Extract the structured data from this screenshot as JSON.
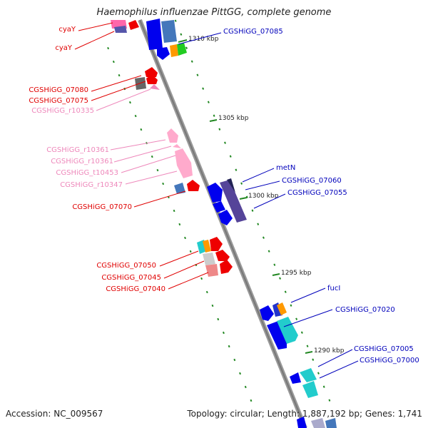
{
  "title": "Haemophilus influenzae PittGG, complete genome",
  "footer": {
    "accession": "Accession: NC_009567",
    "topology": "Topology: circular; Length: 1,887,192 bp; Genes: 1,741"
  },
  "colors": {
    "backbone": "#888888",
    "forward_label": "#0000bb",
    "reverse_label": "#e00000",
    "rna_label": "#ee88bb",
    "ticks": "#228822"
  },
  "scale_marks": [
    {
      "label": "1310 kbp"
    },
    {
      "label": "1305 kbp"
    },
    {
      "label": "1300 kbp"
    },
    {
      "label": "1295 kbp"
    },
    {
      "label": "1290 kbp"
    }
  ],
  "labels_right": [
    {
      "text": "CGSHiGG_07085"
    },
    {
      "text": "metN"
    },
    {
      "text": "CGSHiGG_07060"
    },
    {
      "text": "CGSHiGG_07055"
    },
    {
      "text": "fucI"
    },
    {
      "text": "CGSHiGG_07020"
    },
    {
      "text": "CGSHiGG_07005"
    },
    {
      "text": "CGSHiGG_07000"
    }
  ],
  "labels_left": [
    {
      "text": "cyaY",
      "type": "reverse"
    },
    {
      "text": "cyaY",
      "type": "reverse"
    },
    {
      "text": "CGSHiGG_07080",
      "type": "reverse"
    },
    {
      "text": "CGSHiGG_07075",
      "type": "reverse"
    },
    {
      "text": "CGSHiGG_r10335",
      "type": "rna"
    },
    {
      "text": "CGSHiGG_r10361",
      "type": "rna"
    },
    {
      "text": "CGSHiGG_r10361",
      "type": "rna"
    },
    {
      "text": "CGSHiGG_t10453",
      "type": "rna"
    },
    {
      "text": "CGSHiGG_r10347",
      "type": "rna"
    },
    {
      "text": "CGSHiGG_07070",
      "type": "reverse"
    },
    {
      "text": "CGSHiGG_07050",
      "type": "reverse"
    },
    {
      "text": "CGSHiGG_07045",
      "type": "reverse"
    },
    {
      "text": "CGSHiGG_07040",
      "type": "reverse"
    }
  ]
}
